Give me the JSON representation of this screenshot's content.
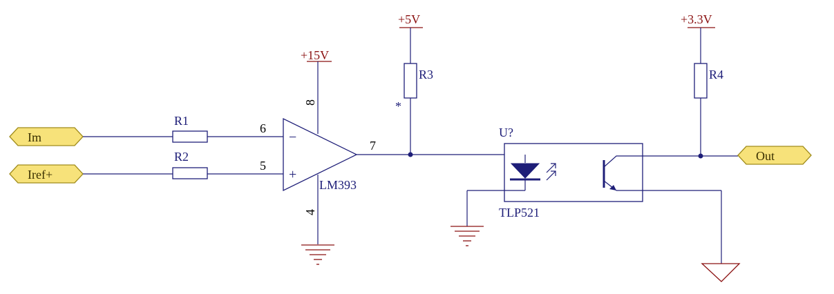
{
  "ports": {
    "im": "Im",
    "iref": "Iref+",
    "out": "Out"
  },
  "resistors": {
    "r1": "R1",
    "r2": "R2",
    "r3": "R3",
    "r4": "R4"
  },
  "power": {
    "v15": "+15V",
    "v5": "+5V",
    "v33": "+3.3V"
  },
  "comparator": {
    "part": "LM393",
    "pin_inv": "6",
    "pin_noninv": "5",
    "pin_out": "7",
    "pin_vcc": "8",
    "pin_gnd": "4",
    "minus": "−",
    "plus": "+"
  },
  "optocoupler": {
    "designator": "U?",
    "part": "TLP521"
  },
  "marks": {
    "r3_asterisk": "*"
  },
  "colors": {
    "wire": "#1e1e78",
    "power": "#8a1010",
    "port_fill": "#f7e27a"
  }
}
